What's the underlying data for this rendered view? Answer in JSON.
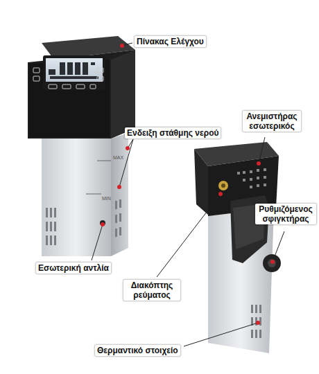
{
  "diagram": {
    "labels": [
      "Πίνακας Ελέγχου",
      "Ενδειξη στάθμης νερού",
      "Ανεμιστήρας εσωτερικός",
      "Ρυθμιζόμενος σφιγκτήρας",
      "Εσωτερική αντλία",
      "Διακόπτης ρεύματος",
      "Θερμαντικό στοιχείο",
      "MAX",
      "MIN"
    ]
  }
}
